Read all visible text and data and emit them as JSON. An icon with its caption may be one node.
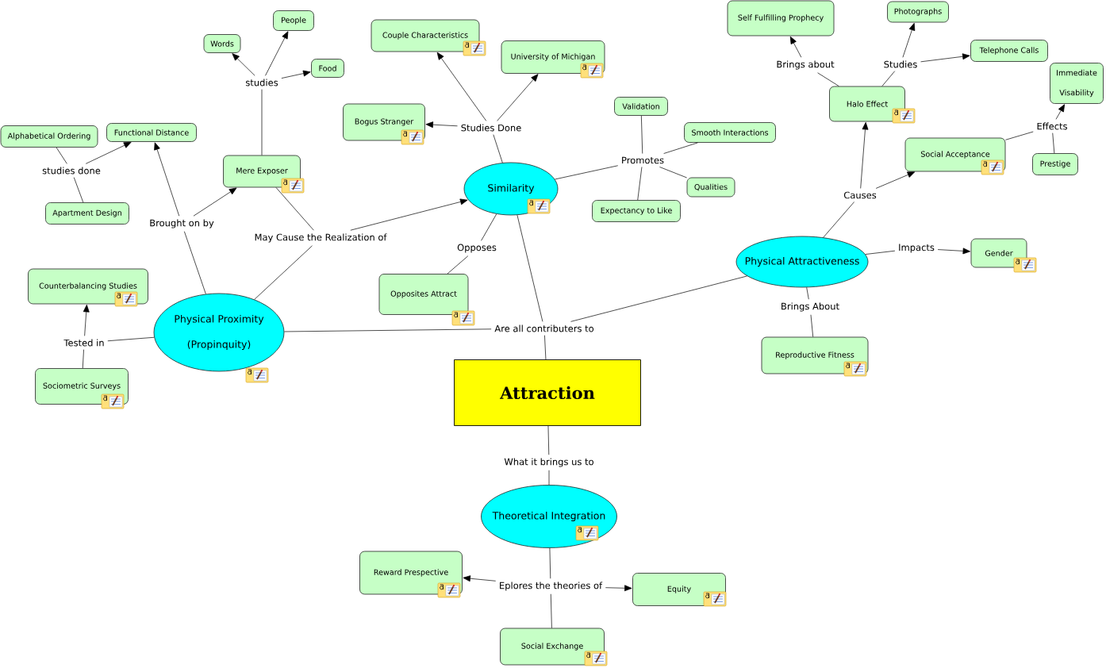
{
  "diagram": {
    "nodes": [
      {
        "text": [
          "People"
        ]
      },
      {
        "text": [
          "Self Fulfilling Prophecy"
        ]
      },
      {
        "text": [
          "Photographs"
        ]
      },
      {
        "text": [
          "Couple Characteristics"
        ]
      },
      {
        "text": [
          "Words"
        ]
      },
      {
        "text": [
          "Telephone Calls"
        ]
      },
      {
        "text": [
          "University of Michigan"
        ]
      },
      {
        "text": [
          "Brings about"
        ]
      },
      {
        "text": [
          "Studies"
        ]
      },
      {
        "text": [
          "Food"
        ]
      },
      {
        "text": [
          "Immediate Visability"
        ]
      },
      {
        "text": [
          "studies"
        ]
      },
      {
        "text": [
          "Halo Effect"
        ]
      },
      {
        "text": [
          "Validation"
        ]
      },
      {
        "text": [
          "Bogus Stranger"
        ]
      },
      {
        "text": [
          "Effects"
        ]
      },
      {
        "text": [
          "Studies Done"
        ]
      },
      {
        "text": [
          "Functional Distance"
        ]
      },
      {
        "text": [
          "Smooth Interactions"
        ]
      },
      {
        "text": [
          "Alphabetical Ordering"
        ]
      },
      {
        "text": [
          "Social Acceptance"
        ]
      },
      {
        "text": [
          "Promotes"
        ]
      },
      {
        "text": [
          "Prestige"
        ]
      },
      {
        "text": [
          "studies done"
        ]
      },
      {
        "text": [
          "Mere Exposer"
        ]
      },
      {
        "text": [
          "Qualities"
        ]
      },
      {
        "text": [
          "Similarity"
        ]
      },
      {
        "text": [
          "Causes"
        ]
      },
      {
        "text": [
          "Expectancy to Like"
        ]
      },
      {
        "text": [
          "Apartment Design"
        ]
      },
      {
        "text": [
          "Brought on by"
        ]
      },
      {
        "text": [
          "May Cause the Realization of"
        ]
      },
      {
        "text": [
          "Opposes"
        ]
      },
      {
        "text": [
          "Impacts"
        ]
      },
      {
        "text": [
          "Gender"
        ]
      },
      {
        "text": [
          "Physical Attractiveness"
        ]
      },
      {
        "text": [
          "Counterbalancing Studies"
        ]
      },
      {
        "text": [
          "Opposites Attract"
        ]
      },
      {
        "text": [
          "Brings About"
        ]
      },
      {
        "text": [
          "Are all contributers to"
        ]
      },
      {
        "text": [
          "Physical Proximity (Propinquity)"
        ]
      },
      {
        "text": [
          "Reproductive Fitness"
        ]
      },
      {
        "text": [
          "Tested in"
        ]
      },
      {
        "text": [
          "Sociometric Surveys"
        ]
      },
      {
        "text": [
          "Attraction"
        ]
      },
      {
        "text": [
          "What it brings us to"
        ]
      },
      {
        "text": [
          "Theoretical Integration"
        ]
      },
      {
        "text": [
          "Reward Prespective"
        ]
      },
      {
        "text": [
          "Eplores the theories of"
        ]
      },
      {
        "text": [
          "Equity"
        ]
      },
      {
        "text": [
          "Social Exchange"
        ]
      }
    ],
    "edges": [
      {
        "from": 24,
        "to": 11,
        "arrow": "none"
      },
      {
        "from": 11,
        "to": 4,
        "arrow": "to"
      },
      {
        "from": 11,
        "to": 0,
        "arrow": "to"
      },
      {
        "from": 11,
        "to": 9,
        "arrow": "to"
      },
      {
        "from": 19,
        "to": 23,
        "arrow": "none"
      },
      {
        "from": 29,
        "to": 23,
        "arrow": "none"
      },
      {
        "from": 23,
        "to": 17,
        "arrow": "to"
      },
      {
        "from": 40,
        "to": 30,
        "arrow": "none"
      },
      {
        "from": 30,
        "to": 17,
        "arrow": "to"
      },
      {
        "from": 30,
        "to": 24,
        "arrow": "to"
      },
      {
        "from": 24,
        "to": 31,
        "arrow": "none"
      },
      {
        "from": 40,
        "to": 31,
        "arrow": "none"
      },
      {
        "from": 31,
        "to": 26,
        "arrow": "to"
      },
      {
        "from": 26,
        "to": 16,
        "arrow": "none"
      },
      {
        "from": 16,
        "to": 14,
        "arrow": "to"
      },
      {
        "from": 16,
        "to": 3,
        "arrow": "to"
      },
      {
        "from": 16,
        "to": 6,
        "arrow": "to"
      },
      {
        "from": 26,
        "to": 21,
        "arrow": "none"
      },
      {
        "from": 21,
        "to": 13,
        "arrow": "none"
      },
      {
        "from": 21,
        "to": 18,
        "arrow": "none"
      },
      {
        "from": 21,
        "to": 25,
        "arrow": "none"
      },
      {
        "from": 21,
        "to": 28,
        "arrow": "none"
      },
      {
        "from": 26,
        "to": 32,
        "arrow": "none"
      },
      {
        "from": 32,
        "to": 37,
        "arrow": "none"
      },
      {
        "from": 26,
        "to": 39,
        "arrow": "none"
      },
      {
        "from": 40,
        "to": 39,
        "arrow": "none"
      },
      {
        "from": 35,
        "to": 39,
        "arrow": "none"
      },
      {
        "from": 39,
        "to": 44,
        "arrow": "none"
      },
      {
        "from": 35,
        "to": 27,
        "arrow": "none"
      },
      {
        "from": 27,
        "to": 12,
        "arrow": "to"
      },
      {
        "from": 27,
        "to": 20,
        "arrow": "to"
      },
      {
        "from": 12,
        "to": 7,
        "arrow": "none"
      },
      {
        "from": 7,
        "to": 1,
        "arrow": "to"
      },
      {
        "from": 12,
        "to": 8,
        "arrow": "none"
      },
      {
        "from": 8,
        "to": 2,
        "arrow": "to"
      },
      {
        "from": 8,
        "to": 5,
        "arrow": "to"
      },
      {
        "from": 20,
        "to": 15,
        "arrow": "none"
      },
      {
        "from": 22,
        "to": 15,
        "arrow": "none"
      },
      {
        "from": 15,
        "to": 10,
        "arrow": "to"
      },
      {
        "from": 35,
        "to": 33,
        "arrow": "none"
      },
      {
        "from": 33,
        "to": 34,
        "arrow": "to"
      },
      {
        "from": 35,
        "to": 38,
        "arrow": "none"
      },
      {
        "from": 38,
        "to": 41,
        "arrow": "none"
      },
      {
        "from": 40,
        "to": 42,
        "arrow": "none"
      },
      {
        "from": 43,
        "to": 42,
        "arrow": "none"
      },
      {
        "from": 42,
        "to": 36,
        "arrow": "to"
      },
      {
        "from": 44,
        "to": 45,
        "arrow": "none"
      },
      {
        "from": 45,
        "to": 46,
        "arrow": "none"
      },
      {
        "from": 46,
        "to": 48,
        "arrow": "none"
      },
      {
        "from": 48,
        "to": 47,
        "arrow": "to"
      },
      {
        "from": 48,
        "to": 49,
        "arrow": "to"
      },
      {
        "from": 48,
        "to": 50,
        "arrow": "none"
      }
    ]
  }
}
